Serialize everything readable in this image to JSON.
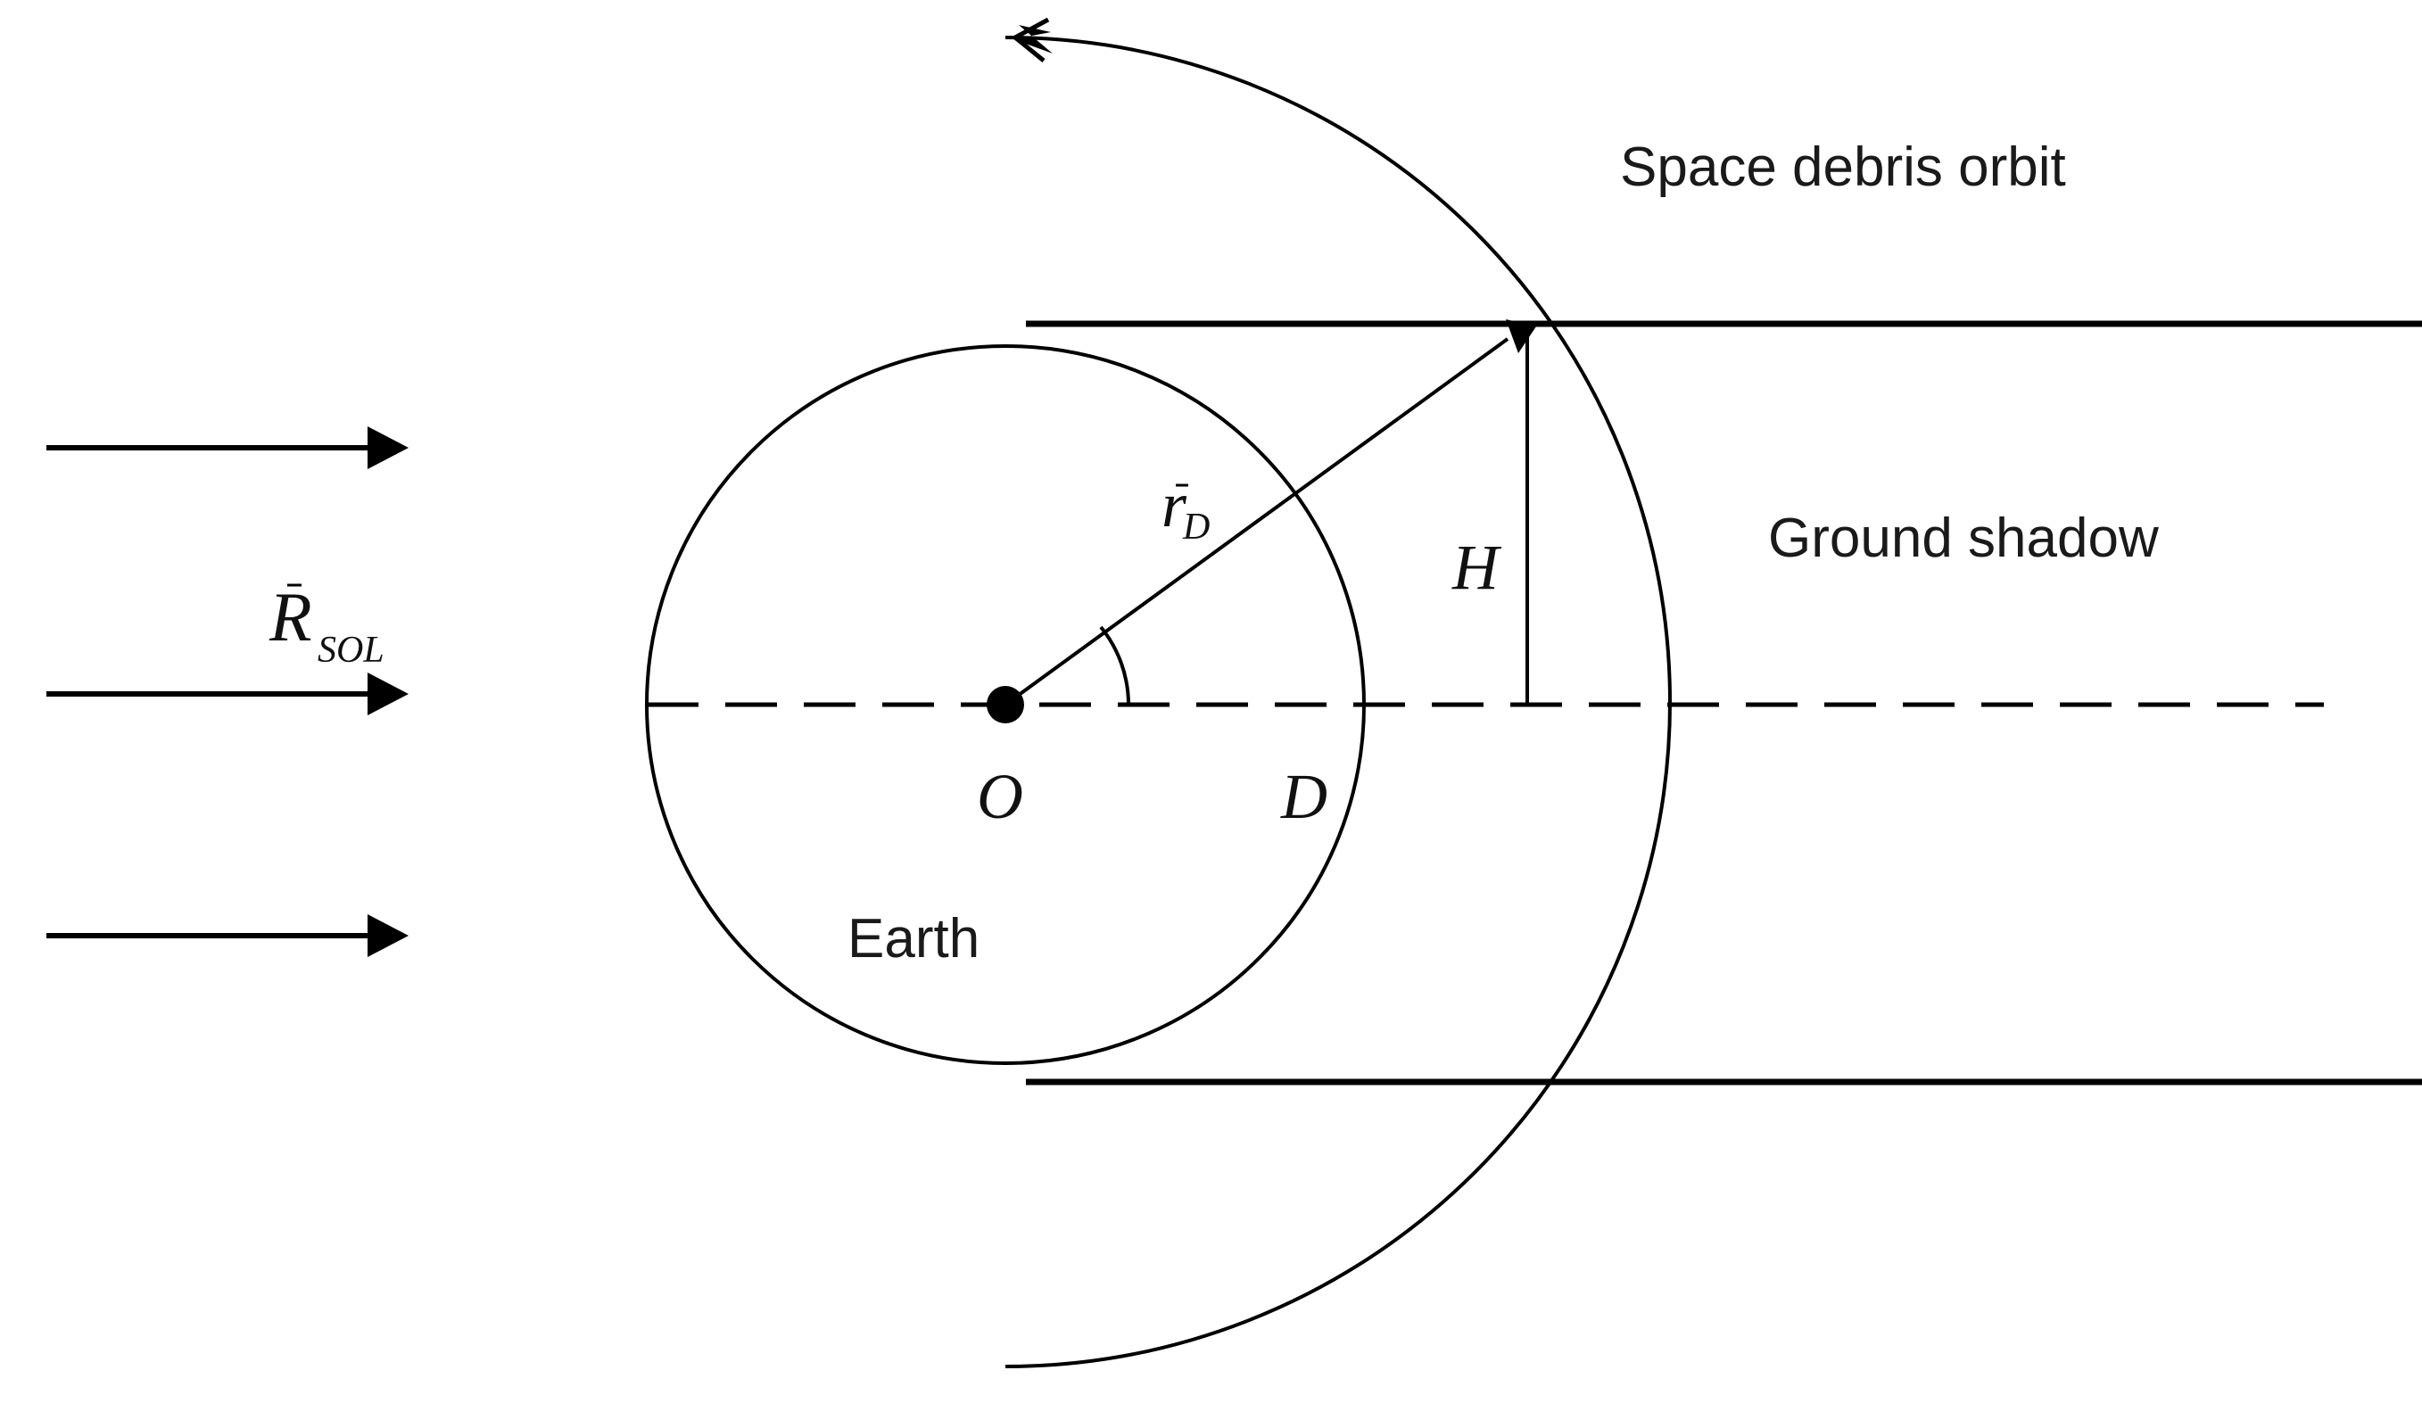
{
  "labels": {
    "orbit": "Space debris orbit",
    "shadow": "Ground shadow",
    "earth": "Earth",
    "center": "O",
    "point_d": "D",
    "height": "H",
    "radius_vector": {
      "symbol": "r",
      "subscript": "D"
    },
    "sun_vector": {
      "symbol": "R",
      "subscript": "SOL"
    }
  },
  "colors": {
    "stroke": "#000000",
    "text": "#1a1a1a",
    "background": "#ffffff"
  }
}
